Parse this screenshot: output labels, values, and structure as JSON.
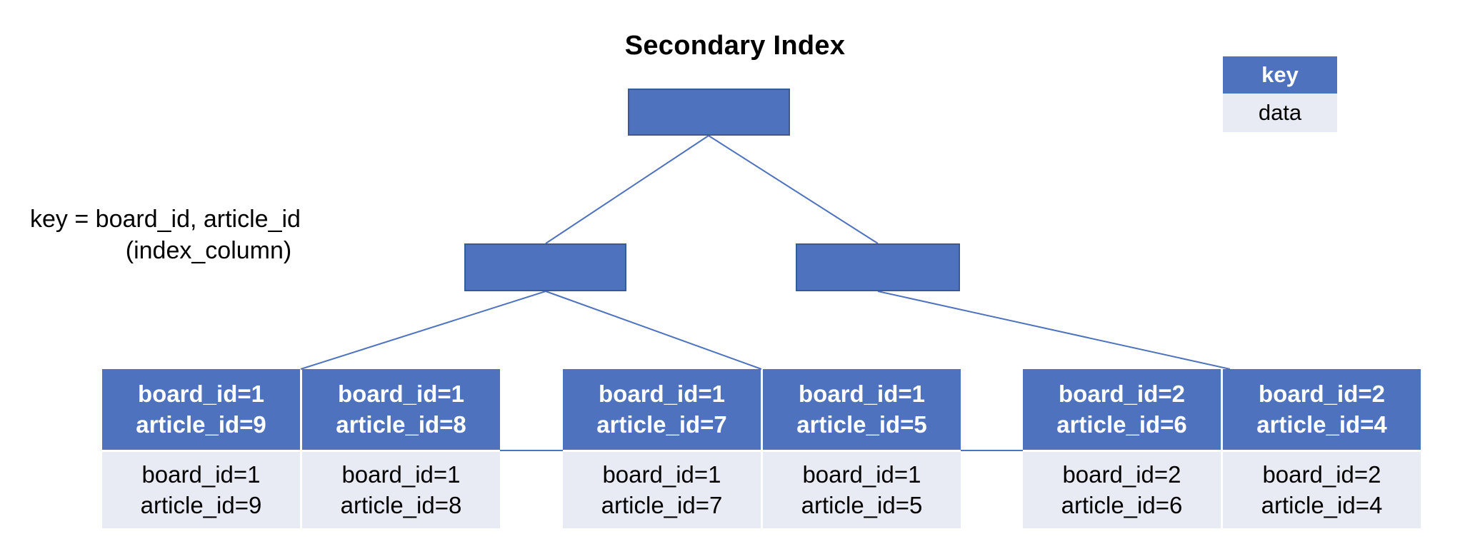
{
  "title": "Secondary Index",
  "colors": {
    "key_fill": "#4E72BE",
    "key_border": "#3A5A97",
    "data_fill": "#E8EBF3",
    "key_text": "#FFFFFF",
    "data_text": "#000000",
    "edge_line": "#4E72BE",
    "background": "#FFFFFF"
  },
  "legend": {
    "key_label": "key",
    "data_label": "data"
  },
  "caption": {
    "line1": "key = board_id, article_id",
    "line2": "(index_column)"
  },
  "tree": {
    "root": {
      "label": ""
    },
    "mid": [
      {
        "label": ""
      },
      {
        "label": ""
      }
    ]
  },
  "leaf_groups": [
    {
      "cells": [
        {
          "key_line1": "board_id=1",
          "key_line2": "article_id=9",
          "data_line1": "board_id=1",
          "data_line2": "article_id=9"
        },
        {
          "key_line1": "board_id=1",
          "key_line2": "article_id=8",
          "data_line1": "board_id=1",
          "data_line2": "article_id=8"
        }
      ]
    },
    {
      "cells": [
        {
          "key_line1": "board_id=1",
          "key_line2": "article_id=7",
          "data_line1": "board_id=1",
          "data_line2": "article_id=7"
        },
        {
          "key_line1": "board_id=1",
          "key_line2": "article_id=5",
          "data_line1": "board_id=1",
          "data_line2": "article_id=5"
        }
      ]
    },
    {
      "cells": [
        {
          "key_line1": "board_id=2",
          "key_line2": "article_id=6",
          "data_line1": "board_id=2",
          "data_line2": "article_id=6"
        },
        {
          "key_line1": "board_id=2",
          "key_line2": "article_id=4",
          "data_line1": "board_id=2",
          "data_line2": "article_id=4"
        }
      ]
    }
  ]
}
